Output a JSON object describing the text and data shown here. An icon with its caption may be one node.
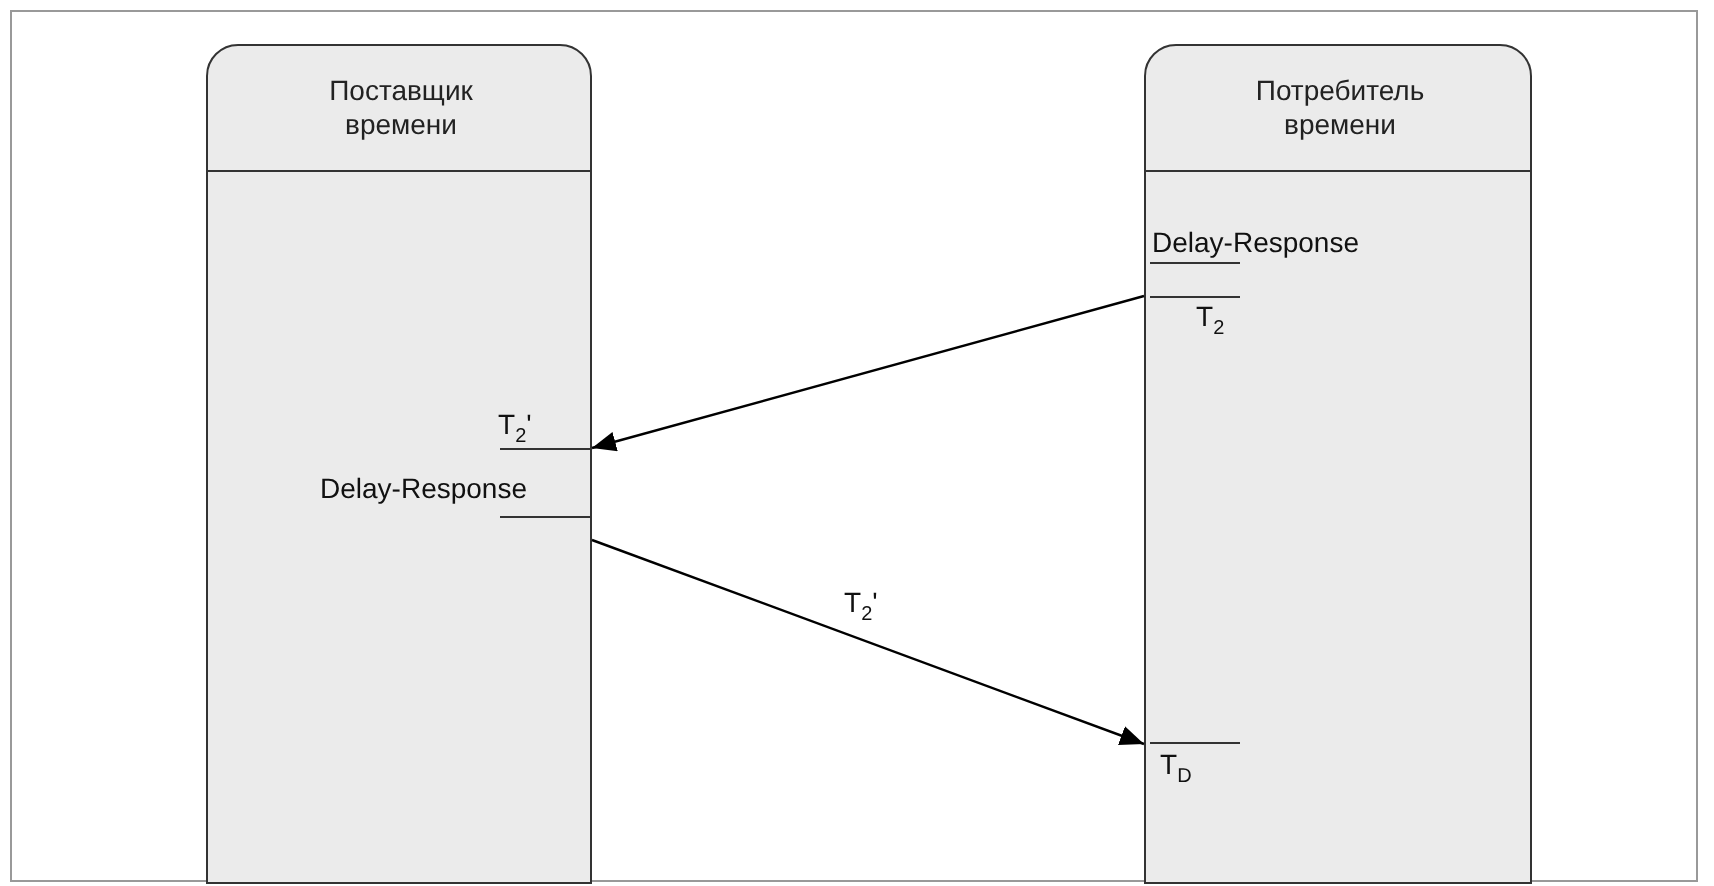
{
  "diagram": {
    "nodes": [
      {
        "text": [
          "Поставщик времени"
        ]
      },
      {
        "text": [
          "Потребитель времени"
        ]
      }
    ],
    "edges": [
      {
        "from": 1,
        "to": 0,
        "arrow": "to"
      },
      {
        "from": 0,
        "to": 1,
        "arrow": "to",
        "label": "T$_{2}$'"
      }
    ],
    "labels": [
      "Delay-Response",
      "T$_{2}$",
      "T$_{2}$'",
      "Delay-Response",
      "T$_{D}$"
    ]
  }
}
